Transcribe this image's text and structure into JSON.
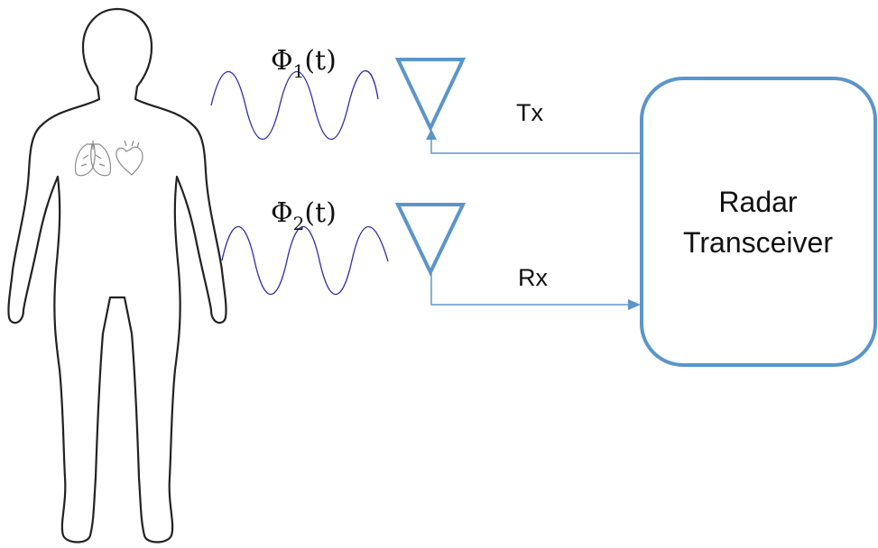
{
  "signals": {
    "tx": {
      "symbol": "Φ",
      "subscript": "1",
      "suffix": "(t)"
    },
    "rx": {
      "symbol": "Φ",
      "subscript": "2",
      "suffix": "(t)"
    }
  },
  "labels": {
    "tx": "Tx",
    "rx": "Rx"
  },
  "transceiver": {
    "line1": "Radar",
    "line2": "Transceiver"
  },
  "colors": {
    "accent": "#5B95C9",
    "wave": "#2D2DB0",
    "outline": "#222222",
    "organ": "#8a8a8a"
  },
  "icons": {
    "person": "human-silhouette-icon",
    "lungs": "lungs-icon",
    "heart": "heart-icon",
    "antenna": "antenna-icon"
  }
}
